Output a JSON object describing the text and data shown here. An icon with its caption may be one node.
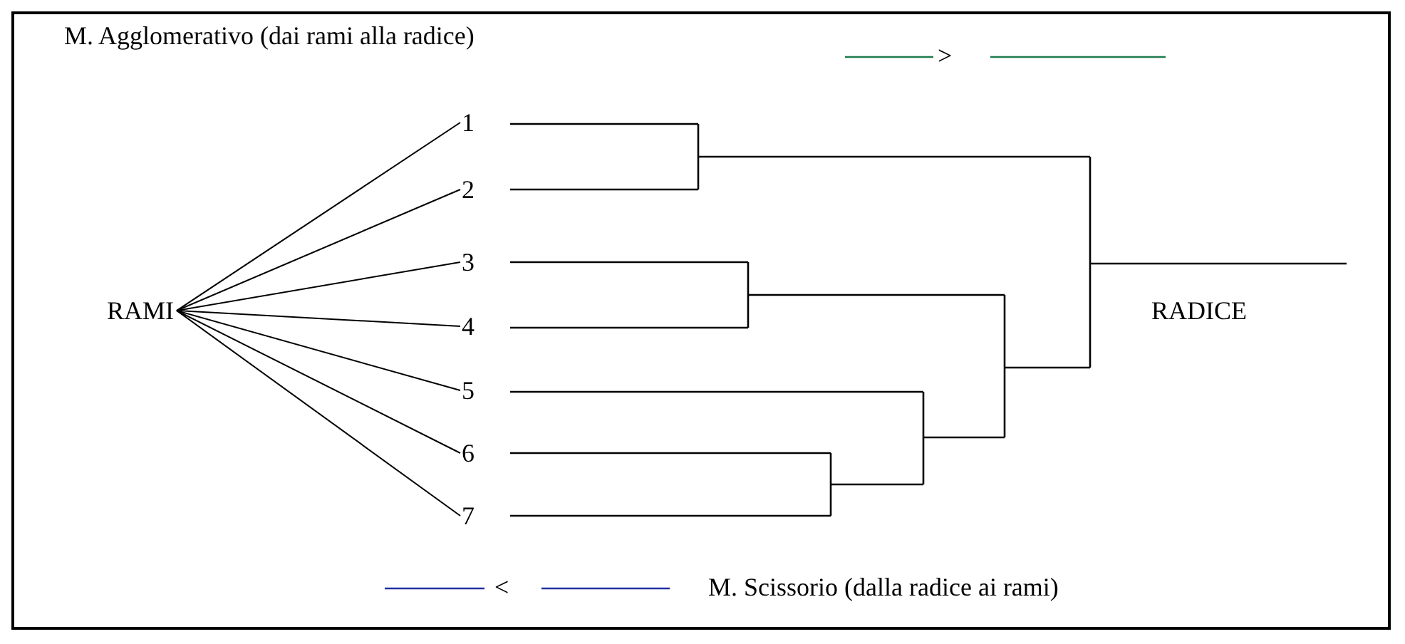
{
  "diagram": {
    "nodes": [
      {
        "text": [
          "RAMI"
        ]
      },
      {
        "text": [
          "1"
        ]
      },
      {
        "text": [
          "2"
        ]
      },
      {
        "text": [
          "3"
        ]
      },
      {
        "text": [
          "4"
        ]
      },
      {
        "text": [
          "5"
        ]
      },
      {
        "text": [
          "6"
        ]
      },
      {
        "text": [
          "7"
        ]
      }
    ],
    "edges": [
      {
        "from": 0,
        "to": 1,
        "arrow": "none"
      },
      {
        "from": 0,
        "to": 2,
        "arrow": "none"
      },
      {
        "from": 0,
        "to": 3,
        "arrow": "none"
      },
      {
        "from": 0,
        "to": 4,
        "arrow": "none"
      },
      {
        "from": 0,
        "to": 5,
        "arrow": "none"
      },
      {
        "from": 0,
        "to": 6,
        "arrow": "none"
      },
      {
        "from": 0,
        "to": 7,
        "arrow": "none"
      }
    ],
    "labels": [
      "M. Agglomerativo (dai rami alla radice)",
      ">",
      "RADICE",
      "<",
      "M. Scissorio (dalla radice ai rami)"
    ]
  }
}
